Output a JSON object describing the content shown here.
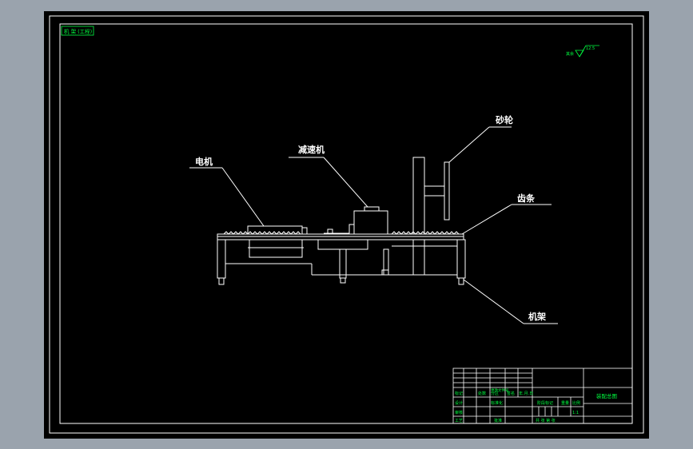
{
  "drawing": {
    "top_left_tag": "机 架 (工程)",
    "surface_note": "其余",
    "roughness_value": "12.5",
    "labels": {
      "motor": "电机",
      "reducer": "减速机",
      "grinding_wheel": "砂轮",
      "rack": "齿条",
      "frame": "机架"
    }
  },
  "title_block": {
    "drawing_title": "装配总图",
    "rows": [
      [
        "标记",
        "处数",
        "分区",
        "更改文件号",
        "签名",
        "年.月.日"
      ],
      [
        "设计",
        "",
        "",
        "标准化",
        "",
        ""
      ],
      [
        "审核",
        "",
        "",
        "",
        "",
        ""
      ],
      [
        "工艺",
        "",
        "",
        "批准",
        "",
        ""
      ]
    ],
    "stage_mark": "阶段标记",
    "weight": "重量",
    "scale": "比例",
    "scale_value": "1:1",
    "sheets": "共   张   第   张"
  },
  "colors": {
    "background": "#000000",
    "line": "#ffffff",
    "text_green": "#00ff40",
    "outer": "#9aa3ad"
  }
}
